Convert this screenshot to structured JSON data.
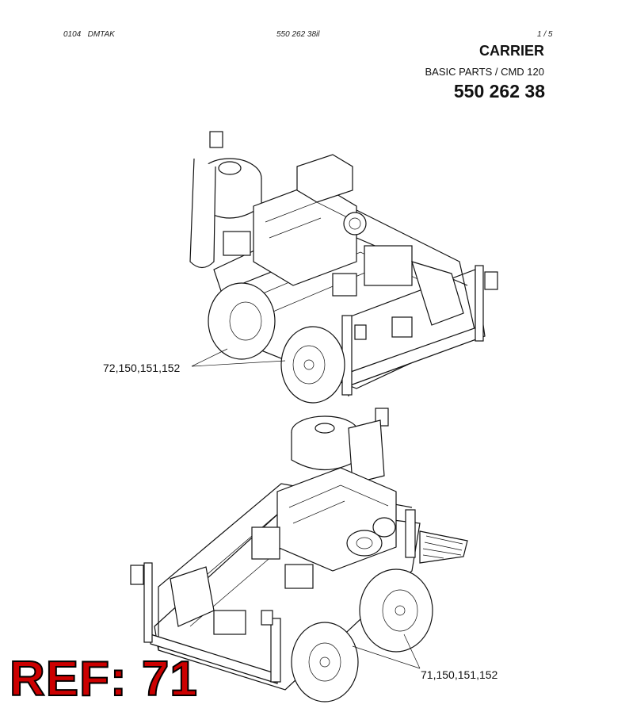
{
  "header": {
    "date_code": "0104",
    "doc_code": "DMTAK",
    "file_ref": "550 262 38il",
    "page": "1 /   5"
  },
  "title": "CARRIER",
  "subtitle": "BASIC PARTS / CMD 120",
  "part_number": "550 262 38",
  "callouts": {
    "top_wheels": "72,150,151,152",
    "bottom_wheels": "71,150,151,152"
  },
  "stamp": {
    "text": "REF: 71",
    "color": "#cc0000"
  }
}
